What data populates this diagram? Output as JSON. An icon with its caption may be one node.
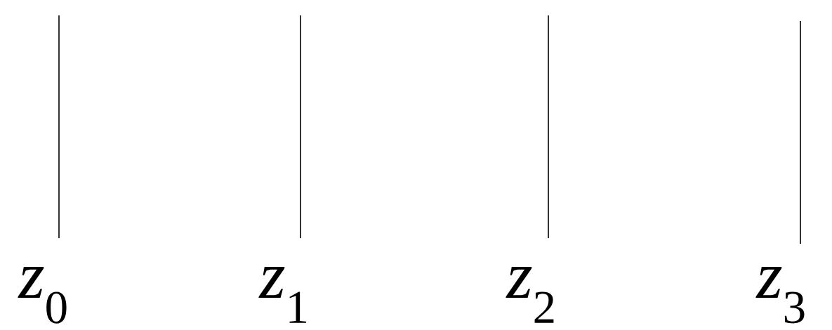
{
  "diagram": {
    "labels": [
      "*z*$_{0}$",
      "*z*$_{1}$",
      "*z*$_{2}$",
      "*z*$_{3}$"
    ]
  }
}
